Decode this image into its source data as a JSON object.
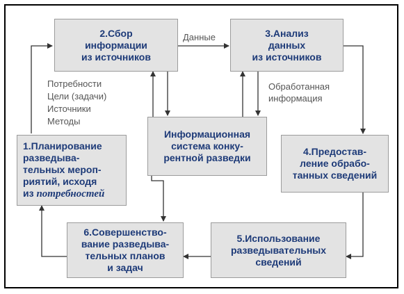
{
  "boxes": {
    "collect": {
      "lines": [
        "2.Сбор",
        "информации",
        "из источников"
      ]
    },
    "analyze": {
      "lines": [
        "3.Анализ",
        "данных",
        "из источников"
      ]
    },
    "info_system": {
      "lines": [
        "Информационная",
        "система конку-",
        "рентной разведки"
      ]
    },
    "planning": {
      "lines": [
        "1.Планирование",
        "разведыва-",
        "тельных мероп-",
        "риятий, исходя"
      ],
      "last_prefix": "из ",
      "last_italic": "потребностей"
    },
    "provide": {
      "lines": [
        "4.Предостав-",
        "ление обрабо-",
        "танных сведений"
      ]
    },
    "use": {
      "lines": [
        "5.Использование",
        "разведывательных",
        "сведений"
      ]
    },
    "improve": {
      "lines": [
        "6.Совершенство-",
        "вание разведыва-",
        "тельных планов",
        "и задач"
      ]
    }
  },
  "labels": {
    "data": "Данные",
    "processed": [
      "Обработанная",
      "информация"
    ],
    "needs": [
      "Потребности",
      "Цели (задачи)",
      "Источники",
      "Методы"
    ]
  },
  "colors": {
    "box_fill": "#e3e3e3",
    "box_text": "#1d3a78",
    "arrow": "#333333",
    "label": "#555555"
  }
}
